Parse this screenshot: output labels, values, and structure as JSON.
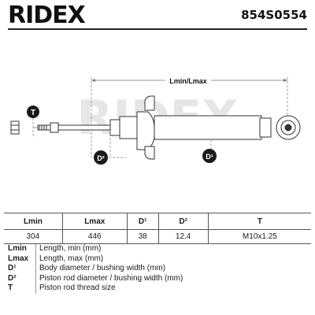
{
  "header": {
    "brand": "RIDEX",
    "part_number": "854S0554"
  },
  "diagram": {
    "watermark": "RIDEX",
    "dim_label": "Lmin/Lmax",
    "callout_t": "T",
    "callout_d2": "D²",
    "callout_d1": "D¹"
  },
  "table": {
    "headers": [
      "Lmin",
      "Lmax",
      "D¹",
      "D²",
      "T"
    ],
    "values": [
      "304",
      "446",
      "38",
      "12.4",
      "M10x1.25"
    ]
  },
  "legend": [
    {
      "code": "Lmin",
      "desc": "Length, min (mm)"
    },
    {
      "code": "Lmax",
      "desc": "Length, max (mm)"
    },
    {
      "code": "D¹",
      "desc": "Body diameter / bushing width (mm)"
    },
    {
      "code": "D²",
      "desc": "Piston rod diameter / bushing width (mm)"
    },
    {
      "code": "T",
      "desc": "Piston rod thread size"
    }
  ]
}
